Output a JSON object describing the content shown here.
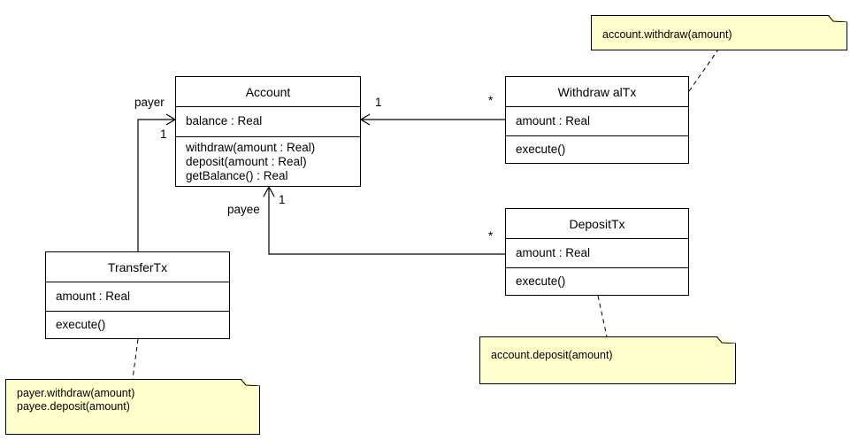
{
  "colors": {
    "note_fill": "#ffffcc",
    "line": "#000000",
    "background": "#ffffff"
  },
  "classes": {
    "account": {
      "name": "Account",
      "attributes": [
        "balance : Real"
      ],
      "operations": [
        "withdraw(amount : Real)",
        "deposit(amount : Real)",
        "getBalance() : Real"
      ]
    },
    "withdrawaltx": {
      "name": "Withdraw alTx",
      "attributes": [
        "amount : Real"
      ],
      "operations": [
        "execute()"
      ]
    },
    "deposittx": {
      "name": "DepositTx",
      "attributes": [
        "amount : Real"
      ],
      "operations": [
        "execute()"
      ]
    },
    "transfertx": {
      "name": "TransferTx",
      "attributes": [
        "amount : Real"
      ],
      "operations": [
        "execute()"
      ]
    }
  },
  "notes": {
    "withdrawal": [
      "account.withdraw(amount)"
    ],
    "deposit": [
      "account.deposit(amount)"
    ],
    "transfer": [
      "payer.withdraw(amount)",
      "payee.deposit(amount)"
    ]
  },
  "labels": {
    "payer_role": "payer",
    "payer_mult": "1",
    "payee_role": "payee",
    "payee_mult": "1",
    "withdraw_account_mult": "1",
    "withdraw_source_mult": "*",
    "deposit_source_mult": "*"
  }
}
